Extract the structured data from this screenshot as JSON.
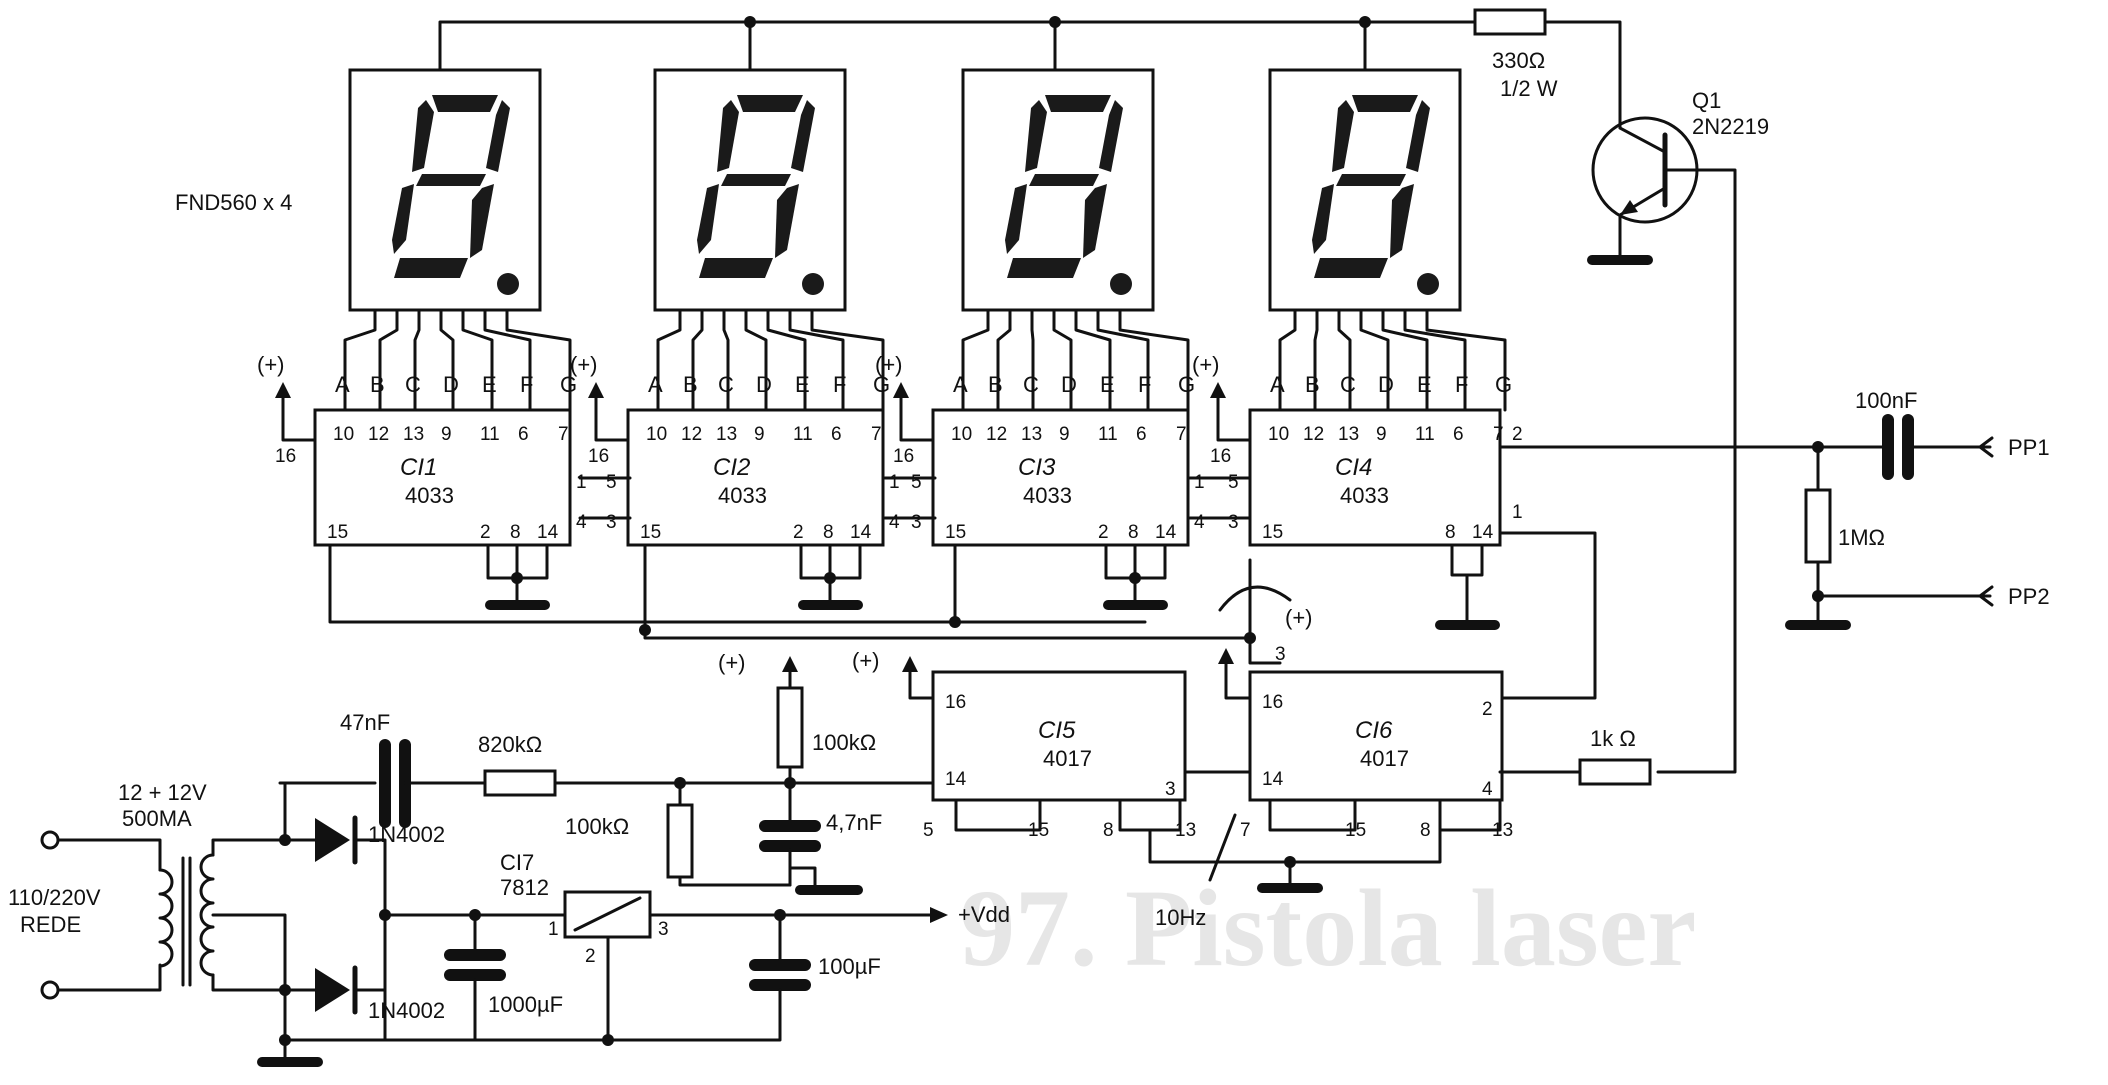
{
  "watermark": "97. Pistola laser",
  "display": {
    "label": "FND560 x 4",
    "segments": [
      "A",
      "B",
      "C",
      "D",
      "E",
      "F",
      "G"
    ]
  },
  "counters": [
    {
      "name": "CI1",
      "type": "4033"
    },
    {
      "name": "CI2",
      "type": "4033"
    },
    {
      "name": "CI3",
      "type": "4033"
    },
    {
      "name": "CI4",
      "type": "4033"
    }
  ],
  "counter_pins": {
    "top": [
      "10",
      "12",
      "13",
      "9",
      "11",
      "6",
      "7"
    ],
    "left_top": "1",
    "left_bottom": "4",
    "right_top": "5",
    "right_bottom": "3",
    "left": "15",
    "bottom": [
      "2",
      "8",
      "14"
    ],
    "vdd": "16",
    "ci4_bottom": [
      "8",
      "14"
    ],
    "ci4_out1": "2",
    "ci4_out2": "1"
  },
  "plus_label": "(+)",
  "dividers": [
    {
      "name": "CI5",
      "type": "4017",
      "pins": {
        "top_left": "16",
        "left": "14",
        "right": "3",
        "bottom": [
          "5",
          "15",
          "8",
          "13"
        ]
      }
    },
    {
      "name": "CI6",
      "type": "4017",
      "pins": {
        "top_left": "16",
        "top_right": "2",
        "left": "14",
        "right": "4",
        "bottom": [
          "7",
          "15",
          "8",
          "13"
        ],
        "top": "3"
      }
    }
  ],
  "components": {
    "r330": {
      "value": "330Ω",
      "rating": "1/2 W"
    },
    "q1": {
      "name": "Q1",
      "part": "2N2219"
    },
    "c100n": "100nF",
    "r1m": "1MΩ",
    "r1k": "1k Ω",
    "pp1": "PP1",
    "pp2": "PP2",
    "c47n": "47nF",
    "r820k": "820kΩ",
    "r100k_a": "100kΩ",
    "r100k_b": "100kΩ",
    "c4n7": "4,7nF",
    "transformer": {
      "line1": "12 + 12V",
      "line2": "500MA"
    },
    "mains": {
      "line1": "110/220V",
      "line2": "REDE"
    },
    "d1": "1N4002",
    "d2": "1N4002",
    "reg": {
      "name": "CI7",
      "part": "7812",
      "pin_in": "1",
      "pin_gnd": "2",
      "pin_out": "3"
    },
    "c1000u": "1000µF",
    "c100u": "100µF",
    "vdd": "+Vdd",
    "freq": "10Hz"
  }
}
